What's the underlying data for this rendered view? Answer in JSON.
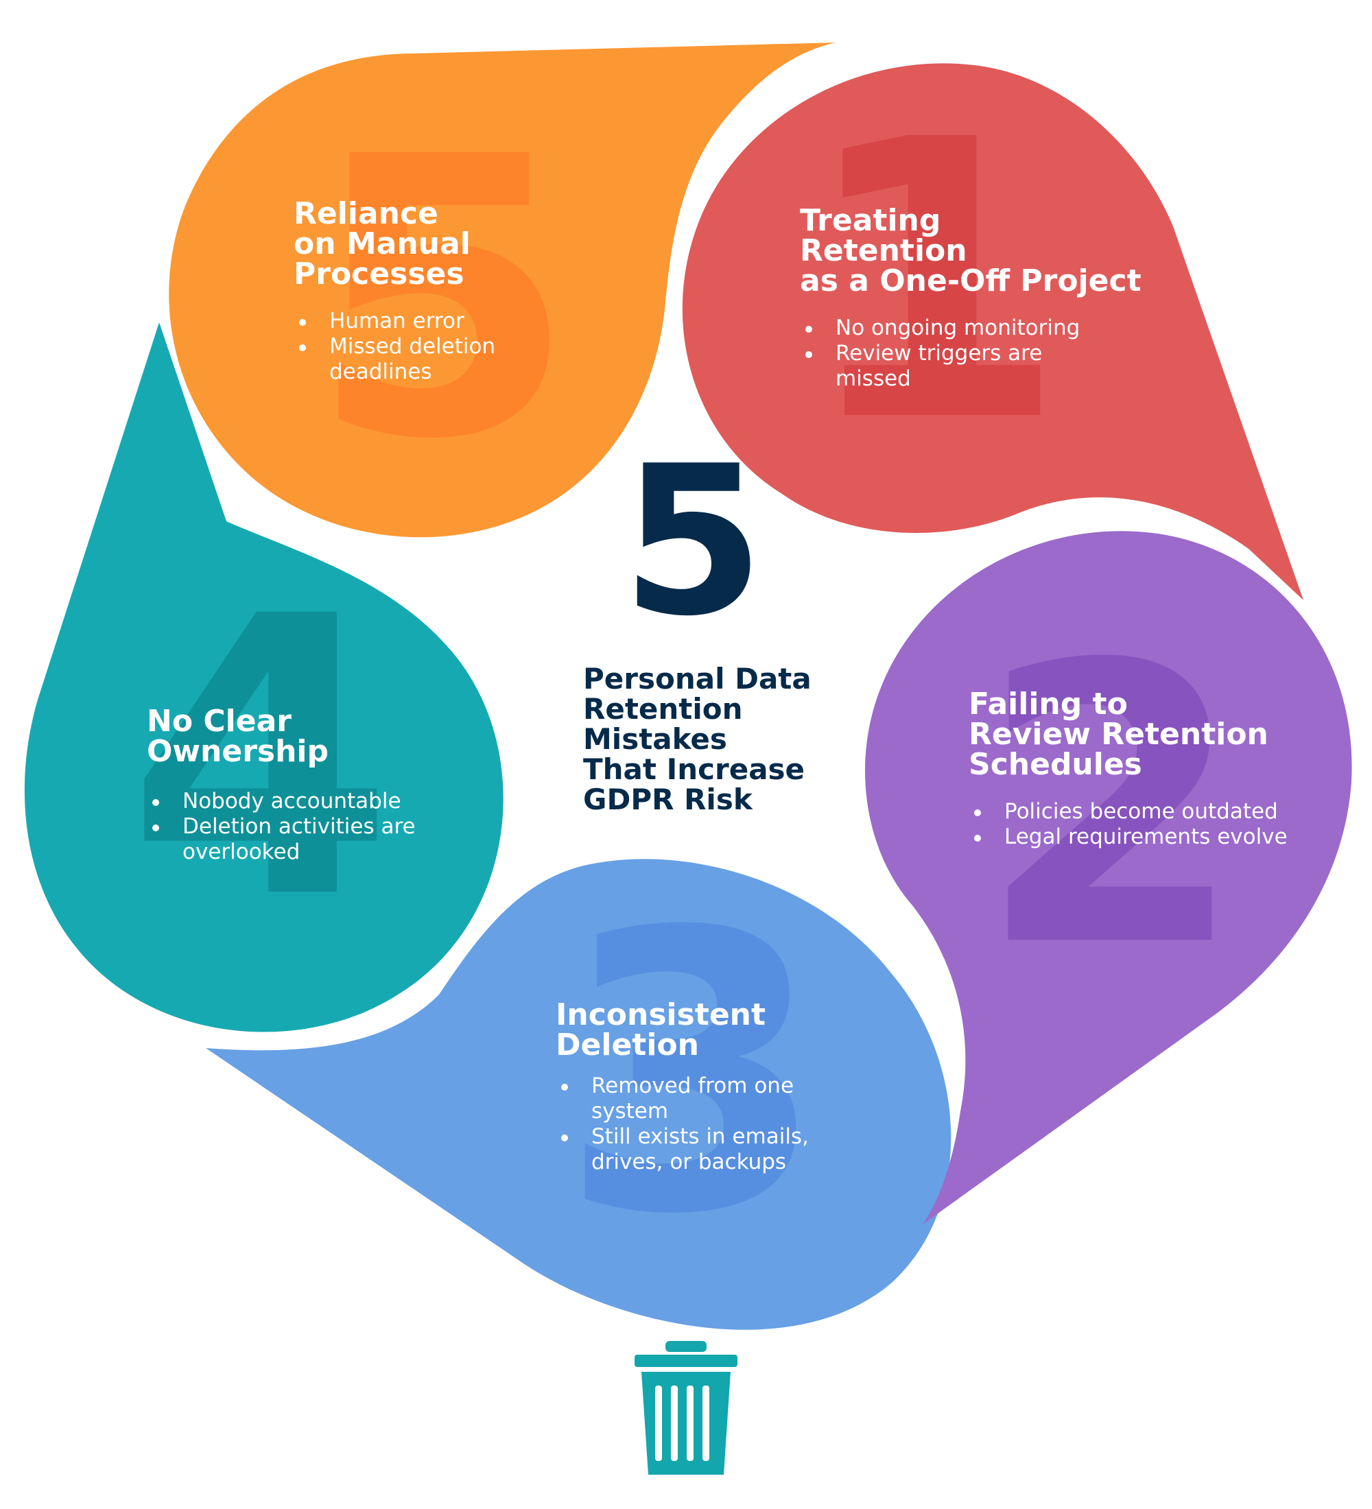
{
  "center": {
    "number": "5",
    "title_lines": [
      "Personal Data",
      "Retention",
      "Mistakes",
      "That Increase",
      "GDPR Risk"
    ]
  },
  "petals": {
    "one": {
      "number": "1",
      "title_lines": [
        "Treating",
        "Retention",
        "as a One-Off Project"
      ],
      "bullets": [
        "No ongoing monitoring",
        "Review triggers are missed"
      ],
      "color": "#e05a5a"
    },
    "two": {
      "number": "2",
      "title_lines": [
        "Failing to",
        "Review Retention",
        "Schedules"
      ],
      "bullets": [
        "Policies become outdated",
        "Legal requirements evolve"
      ],
      "color": "#9b6acb"
    },
    "three": {
      "number": "3",
      "title_lines": [
        "Inconsistent",
        "Deletion"
      ],
      "bullets": [
        "Removed from one system",
        "Still exists in emails, drives, or backups"
      ],
      "color": "#67a0e4"
    },
    "four": {
      "number": "4",
      "title_lines": [
        "No Clear",
        "Ownership"
      ],
      "bullets": [
        "Nobody accountable",
        "Deletion activities are overlooked"
      ],
      "color": "#16a9b2"
    },
    "five": {
      "number": "5",
      "title_lines": [
        "Reliance",
        "on Manual",
        "Processes"
      ],
      "bullets": [
        "Human error",
        "Missed deletion deadlines"
      ],
      "color": "#fb9833"
    }
  },
  "icons": {
    "trash": "trash-can-icon",
    "trash_color": "#13a6ac"
  }
}
